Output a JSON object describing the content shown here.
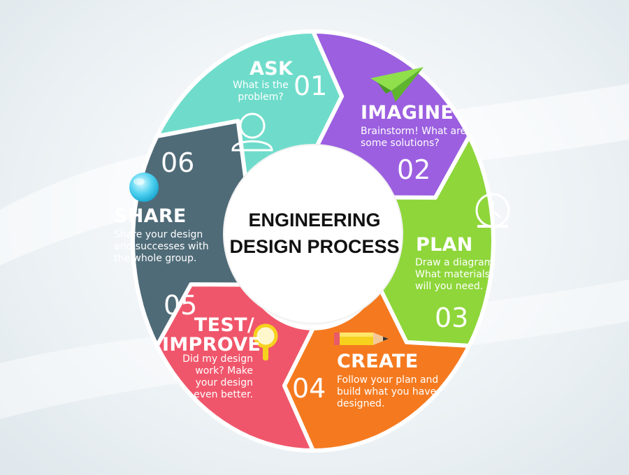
{
  "diagram": {
    "center_title_line1": "ENGINEERING",
    "center_title_line2": "DESIGN PROCESS",
    "steps": [
      {
        "title": "ASK",
        "number": "01",
        "desc1": "What is the",
        "desc2": "problem?",
        "color": "#6fdccb",
        "icon": "person-icon"
      },
      {
        "title": "IMAGINE",
        "number": "02",
        "desc1": "Brainstorm! What are",
        "desc2": "some solutions?",
        "color": "#9b5fe0",
        "icon": "paper-plane-icon"
      },
      {
        "title": "PLAN",
        "number": "03",
        "desc1": "Draw a diagram.",
        "desc2": "What materials",
        "desc3": "will you need.",
        "color": "#8ed63a",
        "icon": "clock-icon"
      },
      {
        "title": "CREATE",
        "number": "04",
        "desc1": "Follow your plan and",
        "desc2": "build what you have",
        "desc3": "designed.",
        "color": "#f57a1f",
        "icon": "pencil-icon"
      },
      {
        "title1": "TEST/",
        "title2": "IMPROVE",
        "number": "05",
        "desc1": "Did my design",
        "desc2": "work? Make",
        "desc3": "your design",
        "desc4": "even better.",
        "color": "#f0566b",
        "icon": "magnifier-icon"
      },
      {
        "title": "SHARE",
        "number": "06",
        "desc1": "Share your design",
        "desc2": "and successes with",
        "desc3": "the whole group.",
        "color": "#4f6b78",
        "icon": "globe-icon"
      }
    ]
  }
}
